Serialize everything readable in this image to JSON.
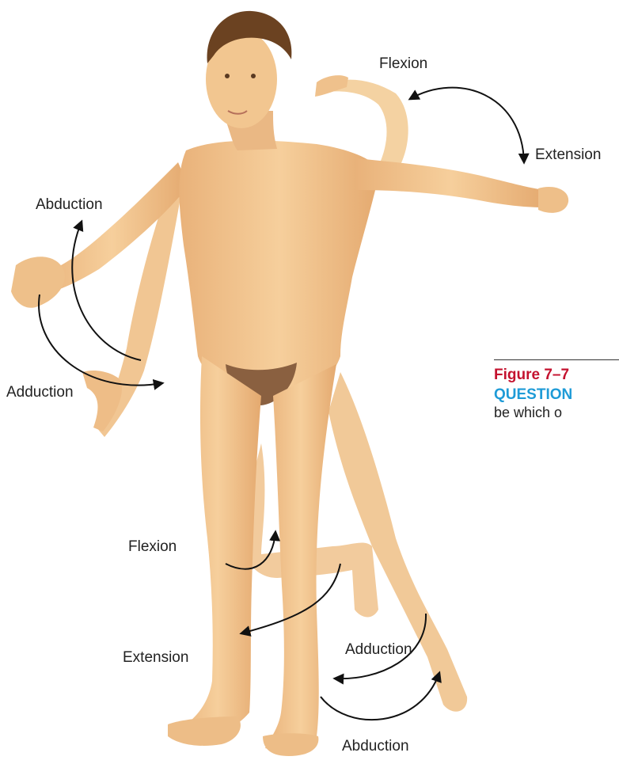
{
  "labels": {
    "flexion_arm": "Flexion",
    "extension_arm": "Extension",
    "abduction_arm": "Abduction",
    "adduction_arm": "Adduction",
    "flexion_leg": "Flexion",
    "extension_leg": "Extension",
    "adduction_leg": "Adduction",
    "abduction_leg": "Abduction"
  },
  "caption": {
    "title": "Figure 7–7",
    "question": "QUESTION",
    "text": "be which o"
  },
  "colors": {
    "skin": "#f2c690",
    "skin_shadow": "#e0a66c",
    "hair": "#6b4221",
    "caption_title": "#c4122f",
    "caption_question": "#1e9bd7"
  }
}
